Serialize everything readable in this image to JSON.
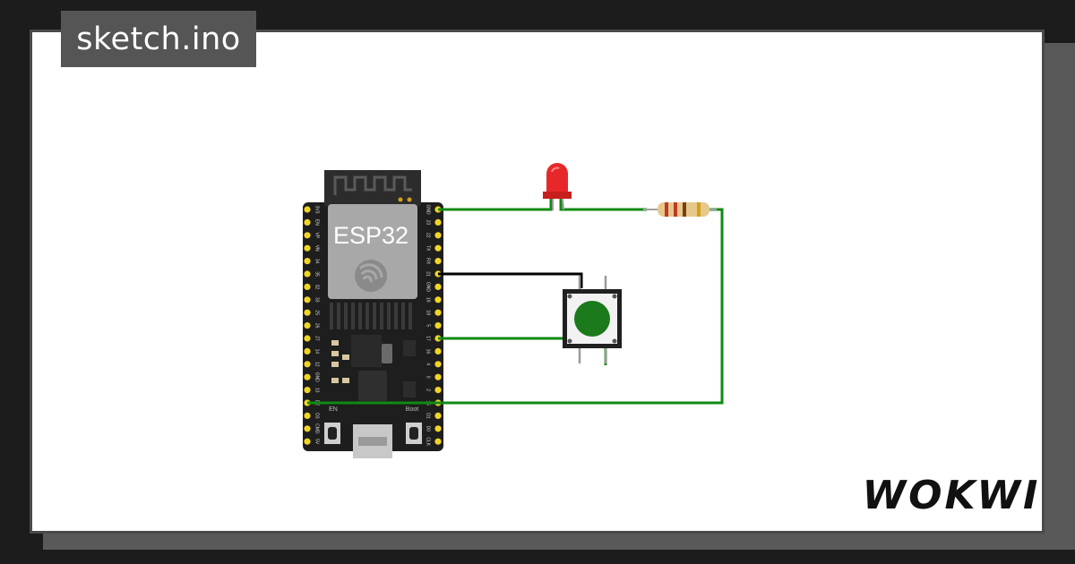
{
  "file_tab": {
    "label": "sketch.ino"
  },
  "board": {
    "module_label": "ESP32",
    "left_pins": [
      "3V3",
      "EN",
      "VP",
      "VN",
      "34",
      "35",
      "32",
      "33",
      "25",
      "26",
      "27",
      "14",
      "12",
      "GND",
      "13",
      "D2",
      "D3",
      "CMD",
      "5V"
    ],
    "right_pins": [
      "GND",
      "23",
      "22",
      "TX",
      "RX",
      "21",
      "GND",
      "19",
      "18",
      "5",
      "17",
      "16",
      "4",
      "0",
      "2",
      "15",
      "D1",
      "D0",
      "CLK"
    ],
    "en_label": "EN",
    "boot_label": "Boot"
  },
  "brand": {
    "logo_text": "WOKWI"
  },
  "colors": {
    "background": "#1c1c1c",
    "canvas": "#ffffff",
    "wire_green": "#0f8a13",
    "wire_black": "#000000",
    "board": "#1e1e1e",
    "pin": "#f2d522",
    "led": "#e82828",
    "button_cap": "#1b7a1b"
  }
}
